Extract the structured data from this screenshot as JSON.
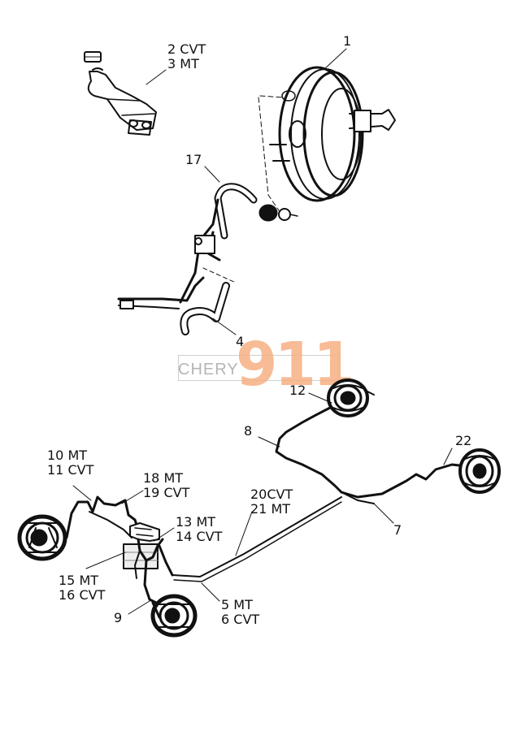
{
  "watermark": {
    "brand": "CHERY",
    "number": "911",
    "brand_color": "#b5b5b5",
    "number_color": "#f6b083"
  },
  "callouts": [
    {
      "id": "1",
      "lines": [
        "1"
      ]
    },
    {
      "id": "2-3",
      "lines": [
        "2 CVT",
        "3 MT"
      ]
    },
    {
      "id": "17",
      "lines": [
        "17"
      ]
    },
    {
      "id": "4",
      "lines": [
        "4"
      ]
    },
    {
      "id": "12",
      "lines": [
        "12"
      ]
    },
    {
      "id": "8",
      "lines": [
        "8"
      ]
    },
    {
      "id": "22",
      "lines": [
        "22"
      ]
    },
    {
      "id": "10-11",
      "lines": [
        "10 MT",
        "11 CVT"
      ]
    },
    {
      "id": "18-19",
      "lines": [
        "18 MT",
        "19 CVT"
      ]
    },
    {
      "id": "20-21",
      "lines": [
        "20CVT",
        "21 MT"
      ]
    },
    {
      "id": "13-14",
      "lines": [
        "13 MT",
        "14 CVT"
      ]
    },
    {
      "id": "7",
      "lines": [
        "7"
      ]
    },
    {
      "id": "15-16",
      "lines": [
        "15 MT",
        "16 CVT"
      ]
    },
    {
      "id": "5-6",
      "lines": [
        "5 MT",
        "6 CVT"
      ]
    },
    {
      "id": "9",
      "lines": [
        "9"
      ]
    }
  ]
}
